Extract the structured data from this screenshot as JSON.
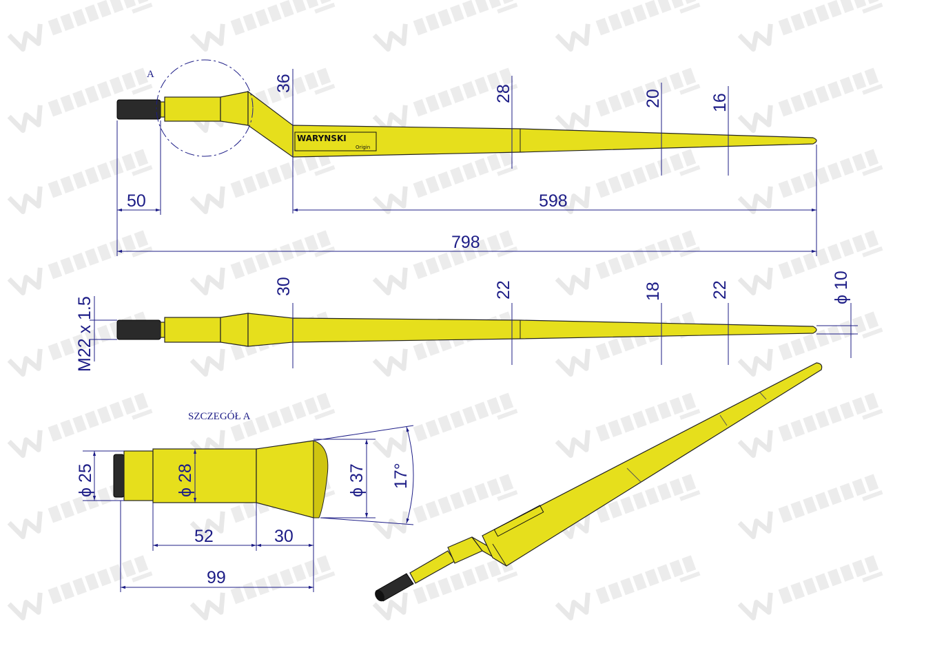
{
  "watermark": {
    "brand": "WARYNSKI",
    "sub": "Origin"
  },
  "colors": {
    "part": "#e6df1c",
    "dimension": "#1c1c86",
    "thread": "#2a2a2a"
  },
  "top_view": {
    "detail_marker": "A",
    "engraving": {
      "brand": "WARYNSKI",
      "sub": "Origin"
    },
    "dims": {
      "d36": "36",
      "d28": "28",
      "d20": "20",
      "d16": "16",
      "l50": "50",
      "l598": "598",
      "l798": "798"
    }
  },
  "side_view": {
    "dims": {
      "d30": "30",
      "d22a": "22",
      "d18": "18",
      "d22b": "22",
      "tip": "ϕ 10",
      "thread": "M22 x 1.5"
    }
  },
  "detail": {
    "title": "SZCZEGÓŁ A",
    "dims": {
      "d25": "ϕ 25",
      "d28": "ϕ 28",
      "d37": "ϕ 37",
      "angle": "17°",
      "l52": "52",
      "l30": "30",
      "l99": "99"
    }
  }
}
